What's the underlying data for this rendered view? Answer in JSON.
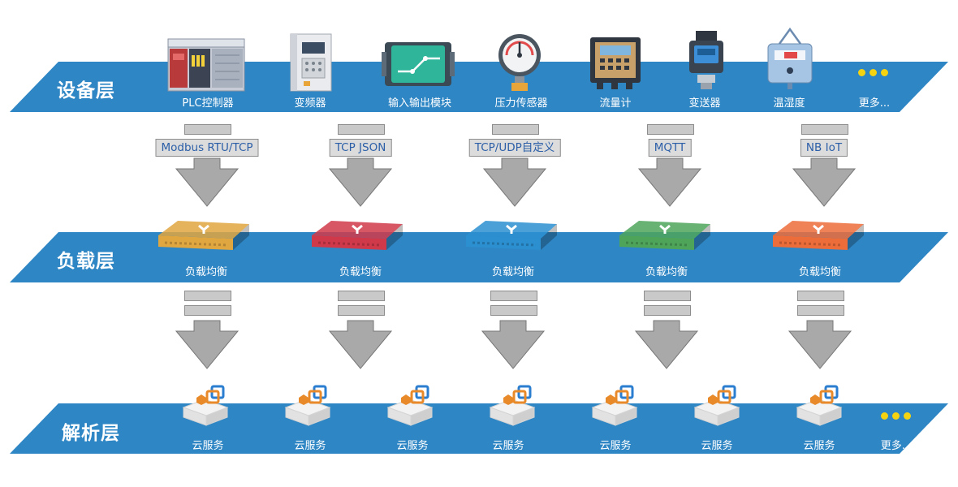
{
  "layers": [
    {
      "title": "设备层"
    },
    {
      "title": "负载层"
    },
    {
      "title": "解析层"
    }
  ],
  "devices": [
    {
      "label": "PLC控制器",
      "icon": "plc-controller-icon"
    },
    {
      "label": "变频器",
      "icon": "frequency-converter-icon"
    },
    {
      "label": "输入输出模块",
      "icon": "io-module-icon"
    },
    {
      "label": "压力传感器",
      "icon": "pressure-sensor-icon"
    },
    {
      "label": "流量计",
      "icon": "flow-meter-icon"
    },
    {
      "label": "变送器",
      "icon": "transmitter-icon"
    },
    {
      "label": "温湿度",
      "icon": "temperature-humidity-icon"
    },
    {
      "label": "更多...",
      "icon": "more-dots-icon"
    }
  ],
  "protocols": [
    "Modbus RTU/TCP",
    "TCP JSON",
    "TCP/UDP自定义",
    "MQTT",
    "NB IoT"
  ],
  "load_balancers": [
    {
      "label": "负载均衡",
      "color": "#e0a640"
    },
    {
      "label": "负载均衡",
      "color": "#d0394a"
    },
    {
      "label": "负载均衡",
      "color": "#2b8fd0"
    },
    {
      "label": "负载均衡",
      "color": "#4ea55a"
    },
    {
      "label": "负载均衡",
      "color": "#ec6c3a"
    }
  ],
  "cloud_services": [
    {
      "label": "云服务"
    },
    {
      "label": "云服务"
    },
    {
      "label": "云服务"
    },
    {
      "label": "云服务"
    },
    {
      "label": "云服务"
    },
    {
      "label": "云服务"
    },
    {
      "label": "云服务"
    }
  ],
  "more_label": "更多...",
  "colors": {
    "band": "#2f86c4",
    "dots": "#f5d311",
    "arrow": "#a9a9a9",
    "protocol_text": "#2c5fa8"
  }
}
